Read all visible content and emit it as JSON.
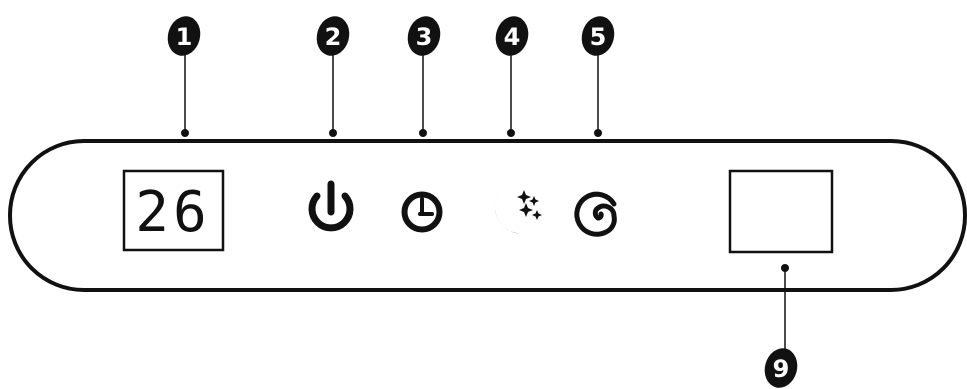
{
  "display": {
    "value": "26"
  },
  "callouts": [
    {
      "id": "1",
      "label": "1"
    },
    {
      "id": "2",
      "label": "2"
    },
    {
      "id": "3",
      "label": "3"
    },
    {
      "id": "4",
      "label": "4"
    },
    {
      "id": "5",
      "label": "5"
    },
    {
      "id": "9",
      "label": "9"
    }
  ],
  "icons": [
    "power-icon",
    "timer-icon",
    "sleep-mode-icon",
    "swirl-mode-icon"
  ],
  "colors": {
    "ink": "#111111",
    "background": "#ffffff"
  }
}
